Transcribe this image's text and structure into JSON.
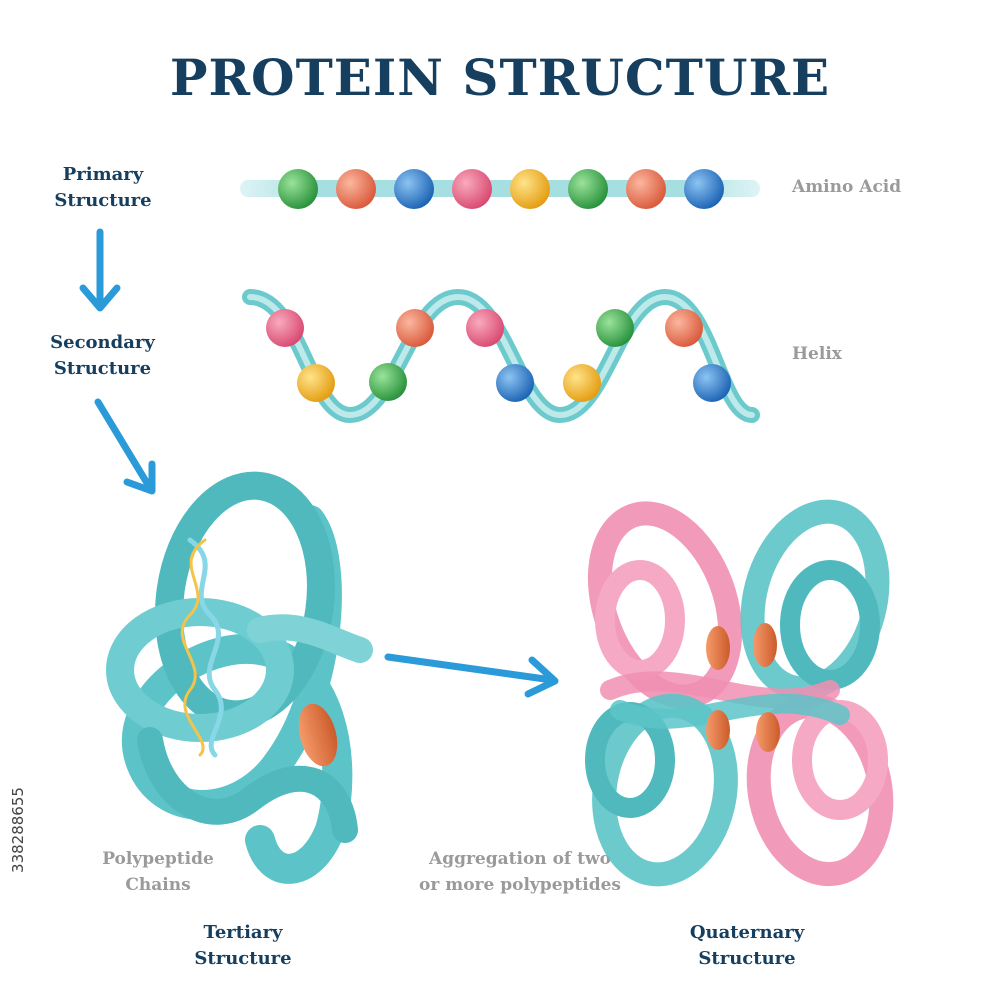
{
  "title": "PROTEIN STRUCTURE",
  "levels": {
    "primary": {
      "line1": "Primary",
      "line2": "Structure"
    },
    "secondary": {
      "line1": "Secondary",
      "line2": "Structure"
    },
    "tertiary": {
      "line1": "Tertiary",
      "line2": "Structure"
    },
    "quaternary": {
      "line1": "Quaternary",
      "line2": "Structure"
    }
  },
  "annotations": {
    "amino_acid": "Amino Acid",
    "helix": "Helix",
    "polypeptide_line1": "Polypeptide",
    "polypeptide_line2": "Chains",
    "aggregation_line1": "Aggregation of two",
    "aggregation_line2": "or more polypeptides"
  },
  "stock_id": "338288655",
  "colors": {
    "title": "#163f5f",
    "arrow": "#2a9ad8",
    "ribbon": "#5cc4c8",
    "ribbon_pink": "#f08fb2",
    "amino_green": "#3db34a",
    "amino_orange": "#ef7b5c",
    "amino_blue": "#2c7fd0",
    "amino_pink": "#ee6b8d",
    "amino_yellow": "#f4bf28",
    "cofactor": "#e0743f"
  },
  "primary_chain": [
    "green",
    "orange",
    "blue",
    "pink",
    "yellow",
    "green",
    "orange",
    "blue"
  ],
  "helix_beads": [
    "pink",
    "yellow",
    "green",
    "orange",
    "pink",
    "blue",
    "yellow",
    "green",
    "orange",
    "blue"
  ]
}
